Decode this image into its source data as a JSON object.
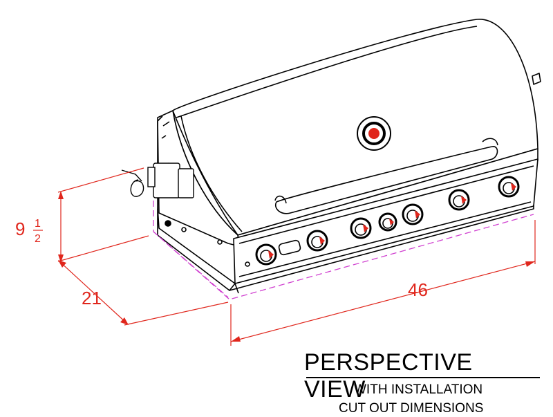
{
  "dimensions": {
    "height_whole": "9",
    "height_num": "1",
    "height_den": "2",
    "depth": "21",
    "width": "46"
  },
  "caption": {
    "title": "PERSPECTIVE VIEW",
    "line1": "WITH INSTALLATION",
    "line2": "CUT OUT DIMENSIONS"
  },
  "colors": {
    "dimension": "#e0261c",
    "cutout": "#d040d0",
    "knob_accent": "#e0261c",
    "outline": "#000000"
  }
}
